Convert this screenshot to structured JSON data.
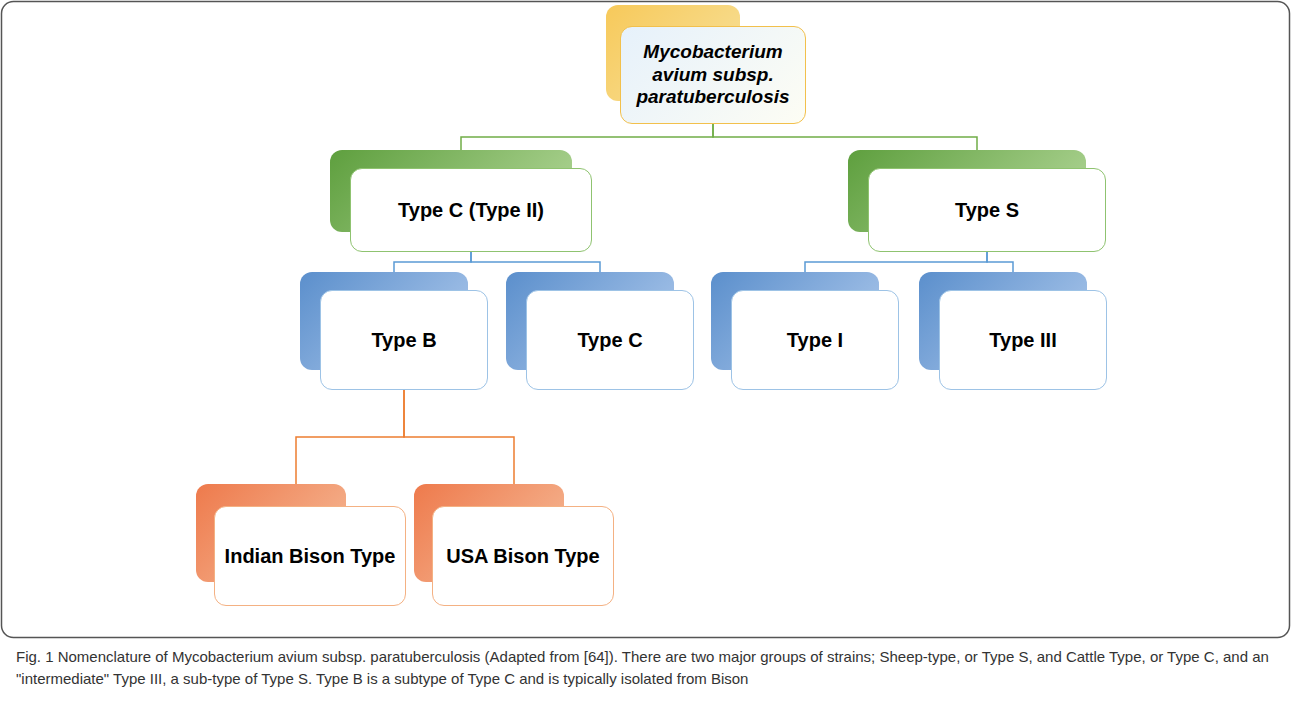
{
  "diagram": {
    "caption": "Fig. 1 Nomenclature of Mycobacterium avium subsp. paratuberculosis (Adapted from [64]). There are two major groups of strains; Sheep-type, or Type S, and Cattle Type, or Type C, and an \"intermediate\" Type III, a sub-type of Type S. Type B is a subtype of Type C and is typically isolated from Bison",
    "nodes": [
      {
        "text": [
          "Mycobacterium avium subsp. paratuberculosis"
        ]
      },
      {
        "text": [
          "Type C (Type II)"
        ]
      },
      {
        "text": [
          "Type S"
        ]
      },
      {
        "text": [
          "Type B"
        ]
      },
      {
        "text": [
          "Type C"
        ]
      },
      {
        "text": [
          "Type I"
        ]
      },
      {
        "text": [
          "Type III"
        ]
      },
      {
        "text": [
          "Indian Bison Type"
        ]
      },
      {
        "text": [
          "USA Bison Type"
        ]
      }
    ],
    "edges": [
      {
        "from": 0,
        "to": 1,
        "arrow": "none"
      },
      {
        "from": 0,
        "to": 2,
        "arrow": "none"
      },
      {
        "from": 1,
        "to": 3,
        "arrow": "none"
      },
      {
        "from": 1,
        "to": 4,
        "arrow": "none"
      },
      {
        "from": 2,
        "to": 5,
        "arrow": "none"
      },
      {
        "from": 2,
        "to": 6,
        "arrow": "none"
      },
      {
        "from": 3,
        "to": 7,
        "arrow": "none"
      },
      {
        "from": 3,
        "to": 8,
        "arrow": "none"
      }
    ]
  }
}
